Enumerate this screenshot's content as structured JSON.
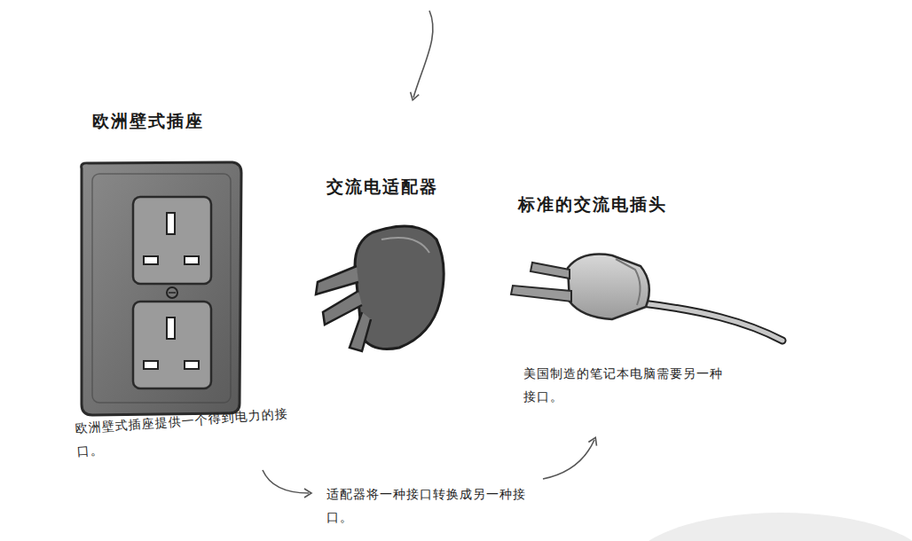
{
  "diagram": {
    "labels": [
      "欧洲壁式插座",
      "交流电适配器",
      "标准的交流电插头",
      "欧洲壁式插座提供一个得到电力的接口。",
      "美国制造的笔记本电脑需要另一种接口。",
      "适配器将一种接口转换成另一种接口。"
    ]
  }
}
